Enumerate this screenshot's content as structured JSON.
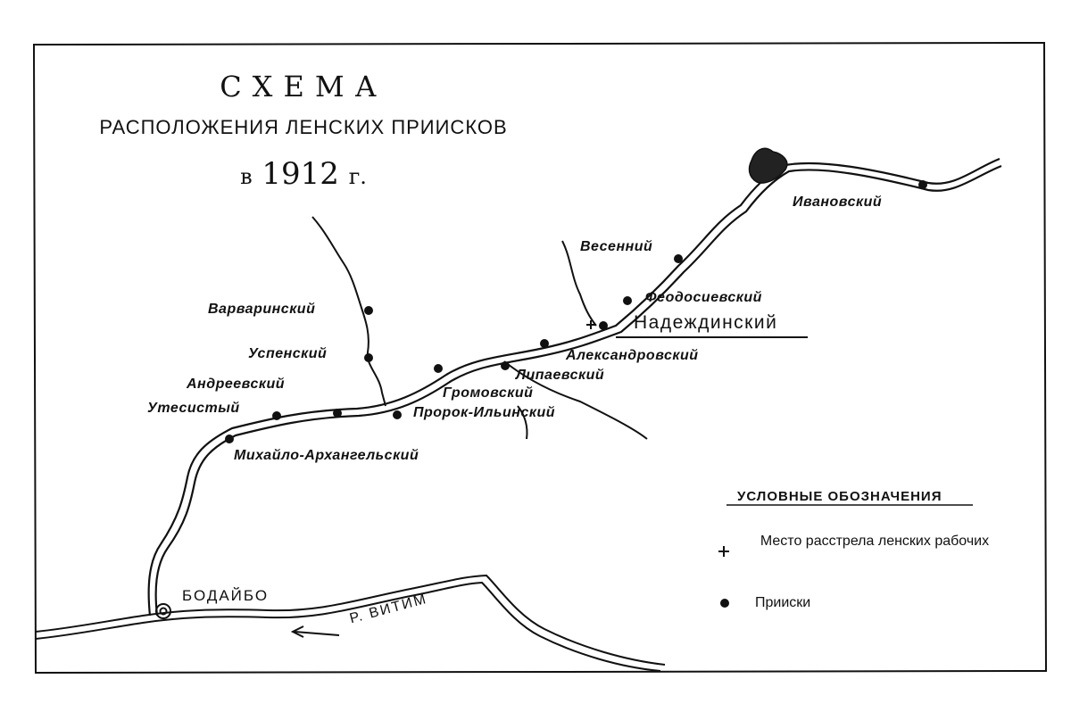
{
  "title": {
    "line1": "СХЕМА",
    "line2": "РАСПОЛОЖЕНИЯ ЛЕНСКИХ ПРИИСКОВ",
    "line3_prefix": "в",
    "line3_year": "1912",
    "line3_suffix": "г."
  },
  "mines": {
    "ivanovsky": "Ивановский",
    "vesenny": "Весенний",
    "feodosievsky": "Феодосиевский",
    "nadezhdinsky": "Надеждинский",
    "aleksandrovsky": "Александровский",
    "lipaevsky": "Липаевский",
    "gromovsky": "Громовский",
    "prorok_ilyinsky": "Пророк-Ильинский",
    "varvarinsky": "Варваринский",
    "uspensky": "Успенский",
    "andreevsky": "Андреевский",
    "utesisty": "Утесистый",
    "mikhailo_arkhangelsky": "Михайло-Архангельский"
  },
  "places": {
    "bodaibo": "БОДАЙБО",
    "river": "Р. ВИТИМ"
  },
  "legend": {
    "title": "УСЛОВНЫЕ ОБОЗНАЧЕНИЯ",
    "shooting_symbol": "+",
    "shooting_label": "Место расстрела ленских рабочих",
    "mines_label": "Прииски"
  },
  "colors": {
    "ink": "#111111",
    "paper": "#ffffff"
  }
}
